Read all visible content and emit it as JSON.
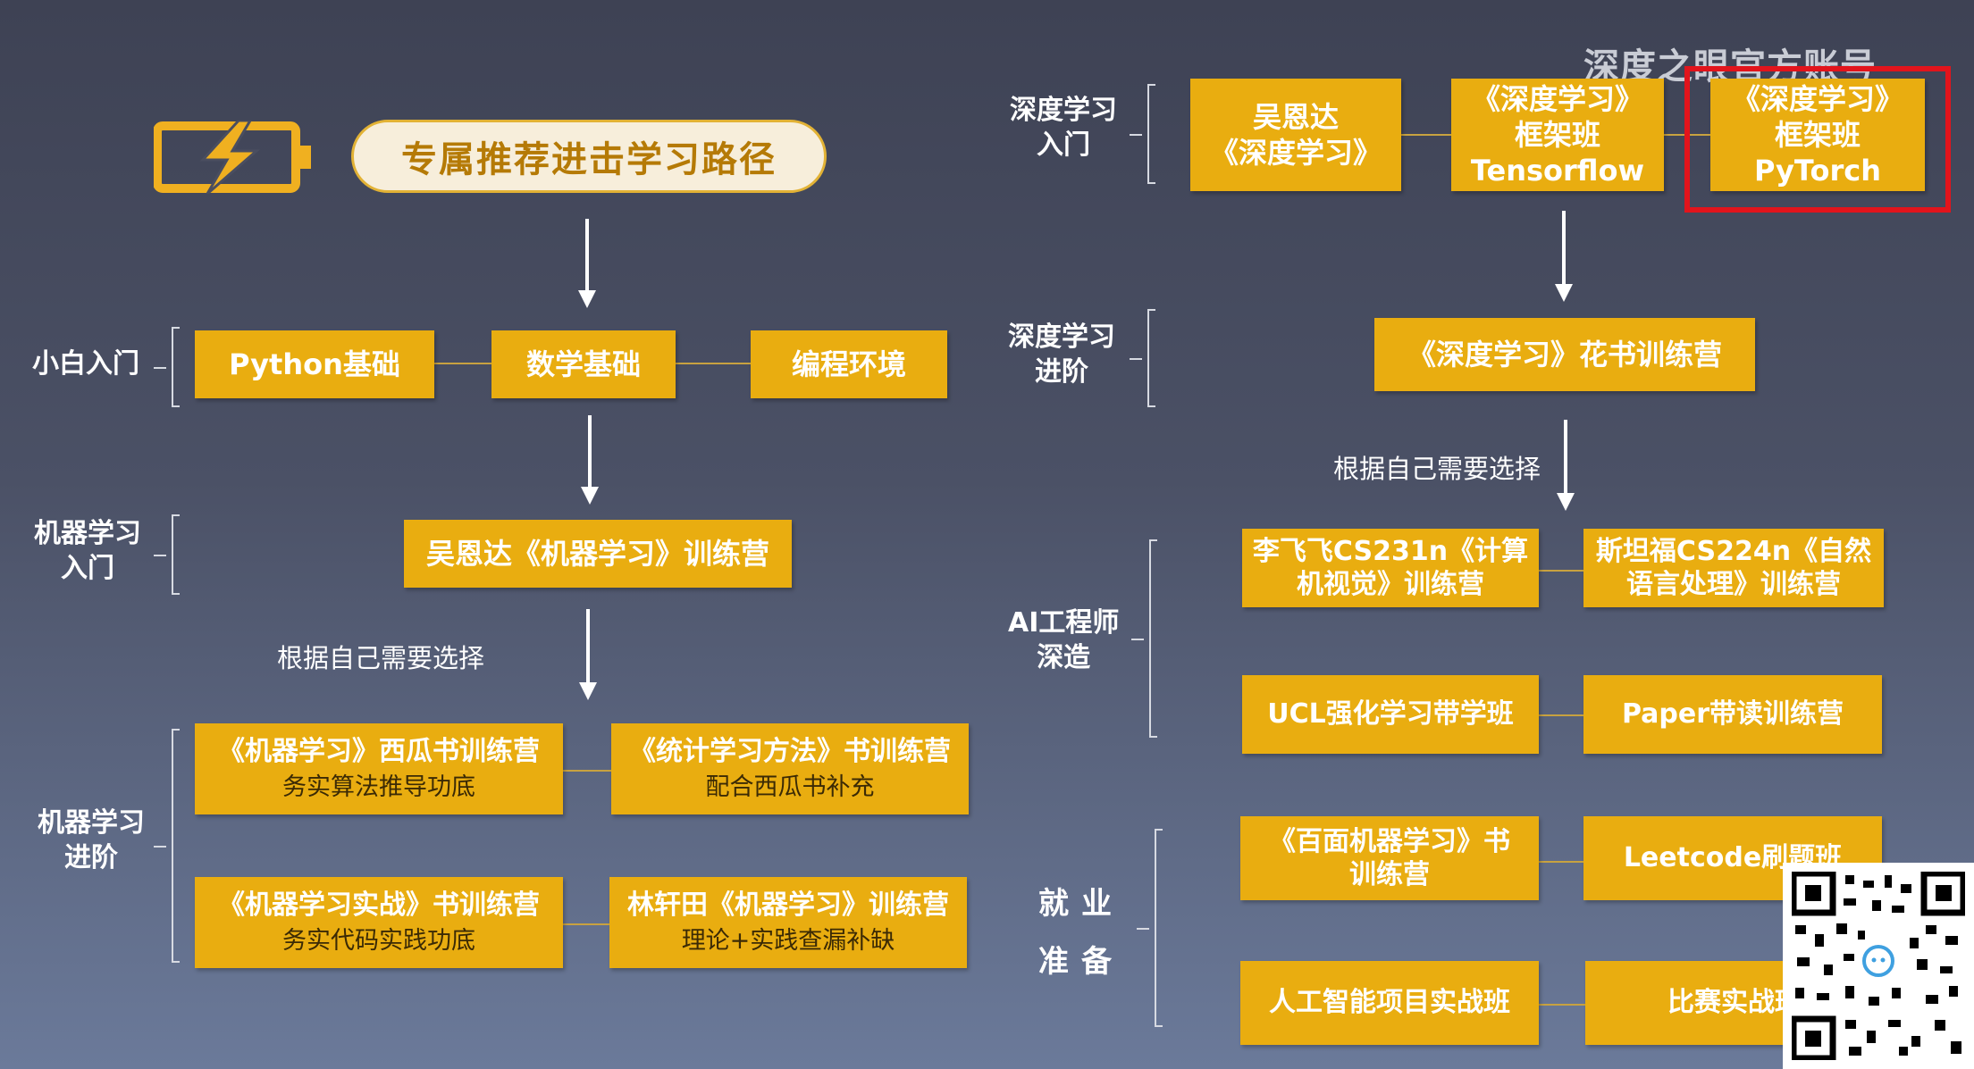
{
  "title": "专属推荐进击学习路径",
  "watermark": "深度之眼官方账号",
  "colors": {
    "box": "#e9ad10",
    "title_text": "#b57a06",
    "highlight": "#e2141c",
    "background": "#4b5166"
  },
  "icons": {
    "title_icon": "battery-lightning-icon",
    "qr": "qr-code-icon"
  },
  "left": {
    "stages": {
      "beginner": "小白入门",
      "ml_intro": "机器学习\n入门",
      "ml_advanced": "机器学习\n进阶"
    },
    "beginner": [
      "Python基础",
      "数学基础",
      "编程环境"
    ],
    "ml_intro": "吴恩达《机器学习》训练营",
    "choose_note": "根据自己需要选择",
    "ml_advanced": [
      {
        "title": "《机器学习》西瓜书训练营",
        "sub": "务实算法推导功底"
      },
      {
        "title": "《统计学习方法》书训练营",
        "sub": "配合西瓜书补充"
      },
      {
        "title": "《机器学习实战》书训练营",
        "sub": "务实代码实践功底"
      },
      {
        "title": "林轩田《机器学习》训练营",
        "sub": "理论+实践查漏补缺"
      }
    ]
  },
  "right": {
    "stages": {
      "dl_intro": "深度学习\n入门",
      "dl_advanced": "深度学习\n进阶",
      "ai_engineer": "AI工程师\n深造",
      "job": "就业\n准备"
    },
    "dl_intro": [
      "吴恩达\n《深度学习》",
      "《深度学习》\n框架班\nTensorflow",
      "《深度学习》\n框架班\nPyTorch"
    ],
    "dl_advanced": "《深度学习》花书训练营",
    "choose_note": "根据自己需要选择",
    "ai_engineer": [
      "李飞飞CS231n《计算\n机视觉》训练营",
      "斯坦福CS224n《自然\n语言处理》训练营",
      "UCL强化学习带学班",
      "Paper带读训练营"
    ],
    "job": [
      "《百面机器学习》书\n训练营",
      "Leetcode刷题班",
      "人工智能项目实战班",
      "比赛实战班"
    ]
  }
}
